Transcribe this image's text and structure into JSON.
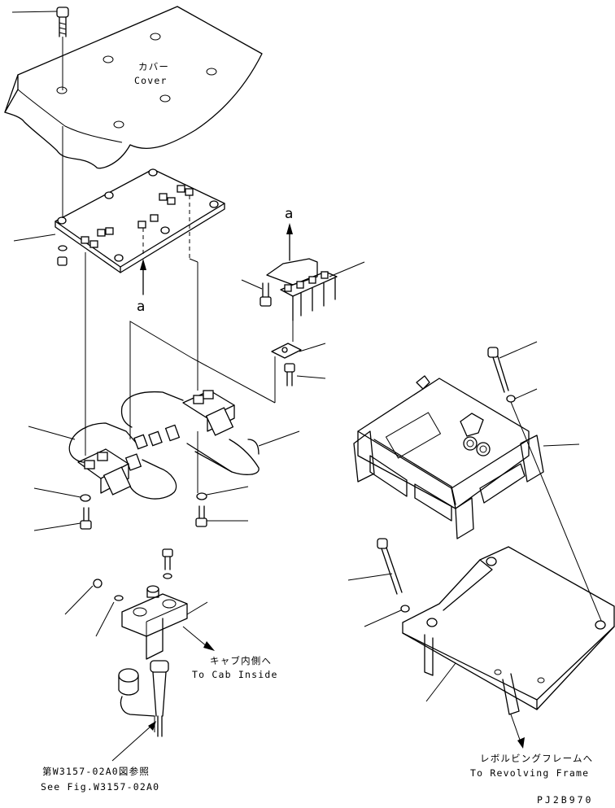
{
  "labels": {
    "cover_jp": "カバー",
    "cover_en": "Cover",
    "ref_a_1": "a",
    "ref_a_2": "a",
    "cab_jp": "キャブ内側へ",
    "cab_en": "To Cab Inside",
    "seefig_jp": "第W3157-02A0図参照",
    "seefig_en": "See Fig.W3157-02A0",
    "frame_jp": "レボルビングフレームへ",
    "frame_en": "To Revolving Frame",
    "drawing_code": "PJ2B970"
  }
}
